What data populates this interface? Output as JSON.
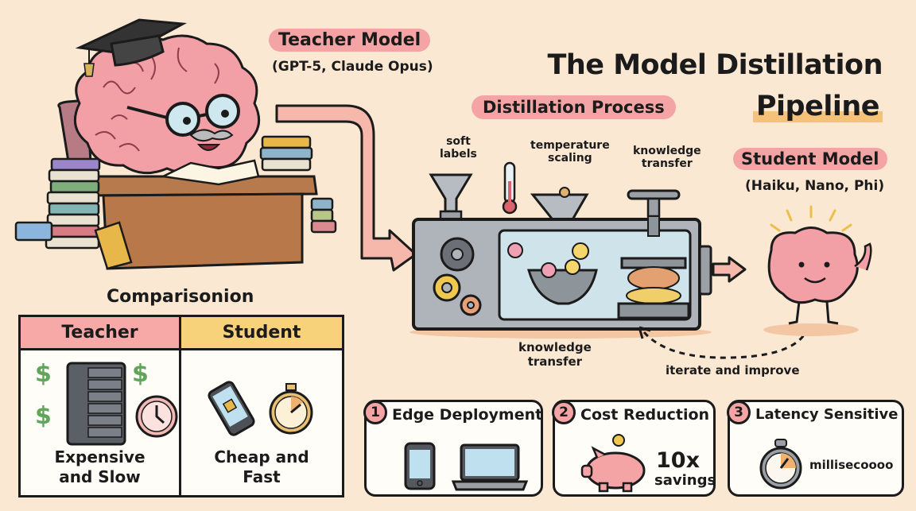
{
  "title": {
    "line1": "The Model Distillation",
    "line2": "Pipeline"
  },
  "teacher": {
    "label": "Teacher Model",
    "examples": "(GPT-5, Claude Opus)"
  },
  "process": {
    "label": "Distillation Process",
    "annotations": {
      "soft_labels": [
        "soft",
        "labels"
      ],
      "temperature_scaling": [
        "temperature",
        "scaling"
      ],
      "knowledge_transfer_top": [
        "knowledge",
        "transfer"
      ],
      "knowledge_transfer_bottom": [
        "knowledge",
        "transfer"
      ],
      "iterate": "iterate and improve"
    }
  },
  "student": {
    "label": "Student Model",
    "examples": "(Haiku, Nano, Phi)"
  },
  "comparison": {
    "title": "Comparisonion",
    "columns": [
      {
        "header": "Teacher",
        "caption": [
          "Expensive",
          "and Slow"
        ],
        "icons": [
          "dollar-icon",
          "server-rack-icon",
          "clock-icon"
        ]
      },
      {
        "header": "Student",
        "caption": [
          "Cheap and",
          "Fast"
        ],
        "icons": [
          "smartphone-chip-icon",
          "stopwatch-icon"
        ]
      }
    ]
  },
  "use_cases": [
    {
      "number": "1",
      "title": "Edge Deployment",
      "icons": [
        "smartphone-icon",
        "laptop-icon"
      ]
    },
    {
      "number": "2",
      "title": "Cost Reduction",
      "value": "10x",
      "value_caption": "savings",
      "icons": [
        "piggy-bank-icon"
      ]
    },
    {
      "number": "3",
      "title": "Latency Sensitive",
      "value_caption": "millisecoooo",
      "icons": [
        "stopwatch-icon"
      ]
    }
  ],
  "colors": {
    "background": "#fbe8d3",
    "pink_pill": "#f4a4a4",
    "title_highlight": "#f5c27a",
    "teacher_header": "#f7a9a8",
    "student_header": "#f8d27a",
    "brain": "#f2a0a6",
    "machine": "#aeb4ba"
  }
}
